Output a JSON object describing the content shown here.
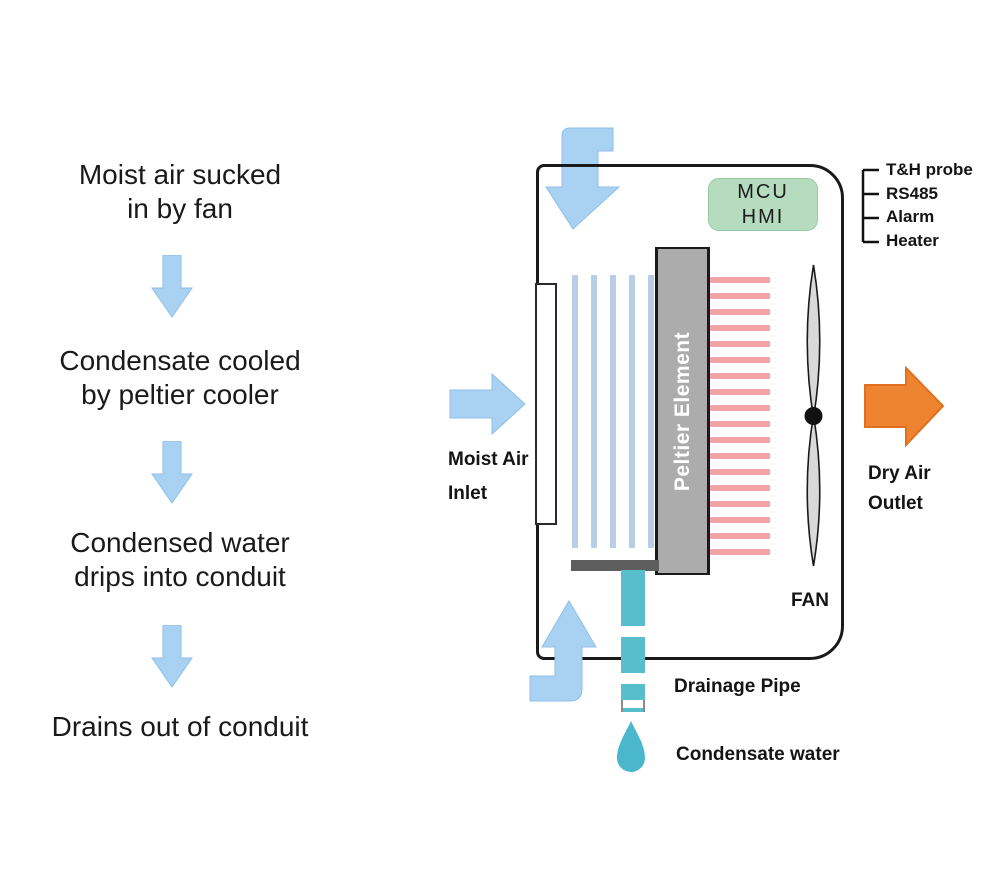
{
  "flow_steps": [
    {
      "line1": "Moist air sucked",
      "line2": "in by fan"
    },
    {
      "line1": "Condensate cooled",
      "line2": "by peltier cooler"
    },
    {
      "line1": "Condensed water",
      "line2": "drips into conduit"
    },
    {
      "line1": "Drains out of conduit",
      "line2": ""
    }
  ],
  "device": {
    "controller": {
      "line1": "MCU",
      "line2": "HMI"
    },
    "peltier_label": "Peltier Element",
    "fan_label": "FAN",
    "inlet_label": {
      "line1": "Moist Air",
      "line2": "Inlet"
    },
    "outlet_label": {
      "line1": "Dry Air",
      "line2": "Outlet"
    },
    "drainage_pipe_label": "Drainage Pipe",
    "condensate_water_label": "Condensate water",
    "io_labels": [
      "T&H probe",
      "RS485",
      "Alarm",
      "Heater"
    ]
  },
  "icons": {
    "flow_arrow": "down-arrow",
    "intake_arrow": "elbow-down-arrow",
    "drain_arrow": "elbow-up-arrow",
    "inlet_arrow": "right-arrow",
    "outlet_arrow": "right-arrow",
    "fan": "two-blade-fan",
    "condensate": "water-drop"
  },
  "colors": {
    "ink": "#1a1a1a",
    "arrow_blue": "#a8d1f2",
    "cold_fin_blue": "#b9cee4",
    "hot_fin_pink": "#f2a2a6",
    "peltier_gray": "#acacac",
    "fan_gray": "#d9d9d9",
    "controller_green": "#b5dcbe",
    "outlet_orange": "#ef8430",
    "outlet_orange_border": "#e0701f",
    "pipe_teal": "#58becb",
    "droplet_teal": "#4ab7cd",
    "tray_gray": "#5e5e5e"
  }
}
